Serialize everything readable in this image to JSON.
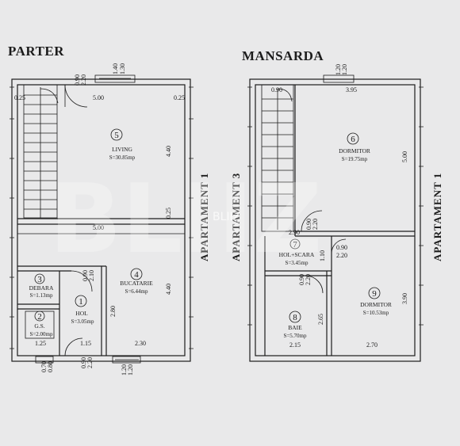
{
  "colors": {
    "background": "#e9e9ea",
    "ink": "#1c1c1c",
    "watermark": "#ffffff"
  },
  "watermark": {
    "big": "BLIIZ",
    "small": "BLIIZ"
  },
  "ground_floor": {
    "title": "PARTER",
    "side_label": "APARTAMENT 1",
    "rooms": [
      {
        "num": "5",
        "name": "LIVING",
        "area": "S=30.85mp"
      },
      {
        "num": "3",
        "name": "DEBARA",
        "area": "S=1.13mp"
      },
      {
        "num": "2",
        "name": "G.S.",
        "area": "S=2.00mp"
      },
      {
        "num": "1",
        "name": "HOL",
        "area": "S=3.05mp"
      },
      {
        "num": "4",
        "name": "BUCATARIE",
        "area": "S=6.44mp"
      }
    ],
    "dims": {
      "win_top_a": "1.40",
      "win_top_b": "1.30",
      "door_top_a": "0.90",
      "door_top_b": "2.20",
      "d_025_left": "0.25",
      "d_500_top": "5.00",
      "d_025_right": "0.25",
      "d_440_living": "4.40",
      "d_025_mid": "0.25",
      "d_500_mid": "5.00",
      "d_hol_door_a": "0.90",
      "d_hol_door_b": "2.10",
      "d_440_kitchen": "4.40",
      "d_280": "2.80",
      "d_125": "1.25",
      "d_115": "1.15",
      "d_230": "2.30",
      "d_bot_door_a": "0.90",
      "d_bot_door_b": "2.20",
      "d_bot_win1_a": "0.70",
      "d_bot_win1_b": "0.80",
      "d_bot_win2_a": "1.20",
      "d_bot_win2_b": "1.20"
    }
  },
  "attic": {
    "title": "MANSARDA",
    "side_left": "APARTAMENT 3",
    "side_right": "APARTAMENT 1",
    "rooms": [
      {
        "num": "6",
        "name": "DORMITOR",
        "area": "S=19.75mp"
      },
      {
        "num": "7",
        "name": "HOL+SCARA",
        "area": "S=3.45mp"
      },
      {
        "num": "8",
        "name": "BAIE",
        "area": "S=5.70mp"
      },
      {
        "num": "9",
        "name": "DORMITOR",
        "area": "S=10.53mp"
      }
    ],
    "dims": {
      "win_top_a": "1.20",
      "win_top_b": "1.20",
      "d_090": "0.90",
      "d_395": "3.95",
      "d_500": "5.00",
      "d_door6_a": "0.90",
      "d_door6_b": "2.20",
      "d_290": "2.90",
      "d_110": "1.10",
      "d_door9_a": "0.90",
      "d_door9_b": "2.20",
      "d_door8_a": "0.90",
      "d_door8_b": "2.20",
      "d_265": "2.65",
      "d_390": "3.90",
      "d_215": "2.15",
      "d_270": "2.70"
    }
  }
}
